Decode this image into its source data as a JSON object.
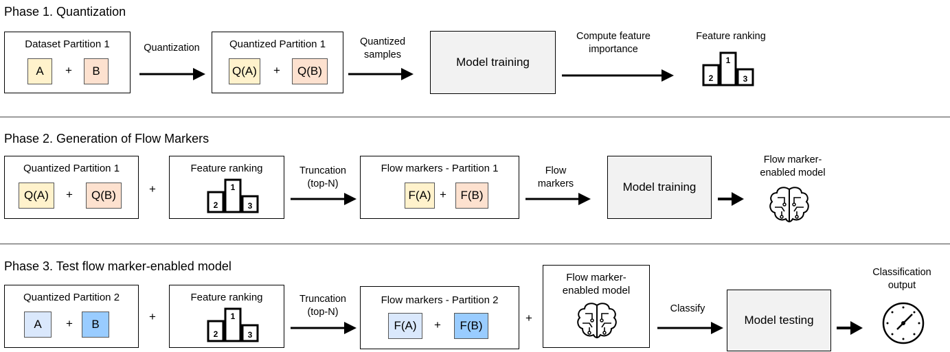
{
  "phase1": {
    "title": "Phase 1. Quantization",
    "dataset_box_title": "Dataset Partition 1",
    "tile_a": "A",
    "tile_b": "B",
    "plus": "+",
    "arrow1_label": "Quantization",
    "quantized_box_title": "Quantized Partition 1",
    "tile_qa": "Q(A)",
    "tile_qb": "Q(B)",
    "arrow2_label_line1": "Quantized",
    "arrow2_label_line2": "samples",
    "model_box_label": "Model training",
    "arrow3_label_line1": "Compute feature",
    "arrow3_label_line2": "importance",
    "ranking_label": "Feature ranking",
    "podium": [
      "1",
      "2",
      "3"
    ]
  },
  "phase2": {
    "title": "Phase 2. Generation of Flow Markers",
    "quantized_box_title": "Quantized Partition 1",
    "tile_qa": "Q(A)",
    "tile_qb": "Q(B)",
    "plus": "+",
    "ranking_box_title": "Feature ranking",
    "podium": [
      "1",
      "2",
      "3"
    ],
    "arrow1_label_line1": "Truncation",
    "arrow1_label_line2": "(top-N)",
    "markers_box_title": "Flow markers - Partition 1",
    "tile_fa": "F(A)",
    "tile_fb": "F(B)",
    "arrow2_label_line1": "Flow",
    "arrow2_label_line2": "markers",
    "model_box_label": "Model training",
    "output_label_line1": "Flow marker-",
    "output_label_line2": "enabled model"
  },
  "phase3": {
    "title": "Phase 3. Test flow marker-enabled model",
    "quantized_box_title": "Quantized Partition 2",
    "tile_a": "A",
    "tile_b": "B",
    "plus": "+",
    "ranking_box_title": "Feature ranking",
    "podium": [
      "1",
      "2",
      "3"
    ],
    "arrow1_label_line1": "Truncation",
    "arrow1_label_line2": "(top-N)",
    "markers_box_title": "Flow markers - Partition 2",
    "tile_fa": "F(A)",
    "tile_fb": "F(B)",
    "model_box_title_line1": "Flow marker-",
    "model_box_title_line2": "enabled model",
    "arrow2_label": "Classify",
    "testing_box_label": "Model testing",
    "output_label_line1": "Classification",
    "output_label_line2": "output"
  },
  "icons": [
    "podium-icon",
    "brain-circuit-icon",
    "gauge-icon",
    "arrow-right-icon"
  ],
  "colors": {
    "tile_yellow": "#fff2cc",
    "tile_peach": "#fde1cf",
    "tile_light_blue": "#dae8fc",
    "tile_blue": "#99ccff",
    "model_box_gray": "#f2f2f2"
  }
}
